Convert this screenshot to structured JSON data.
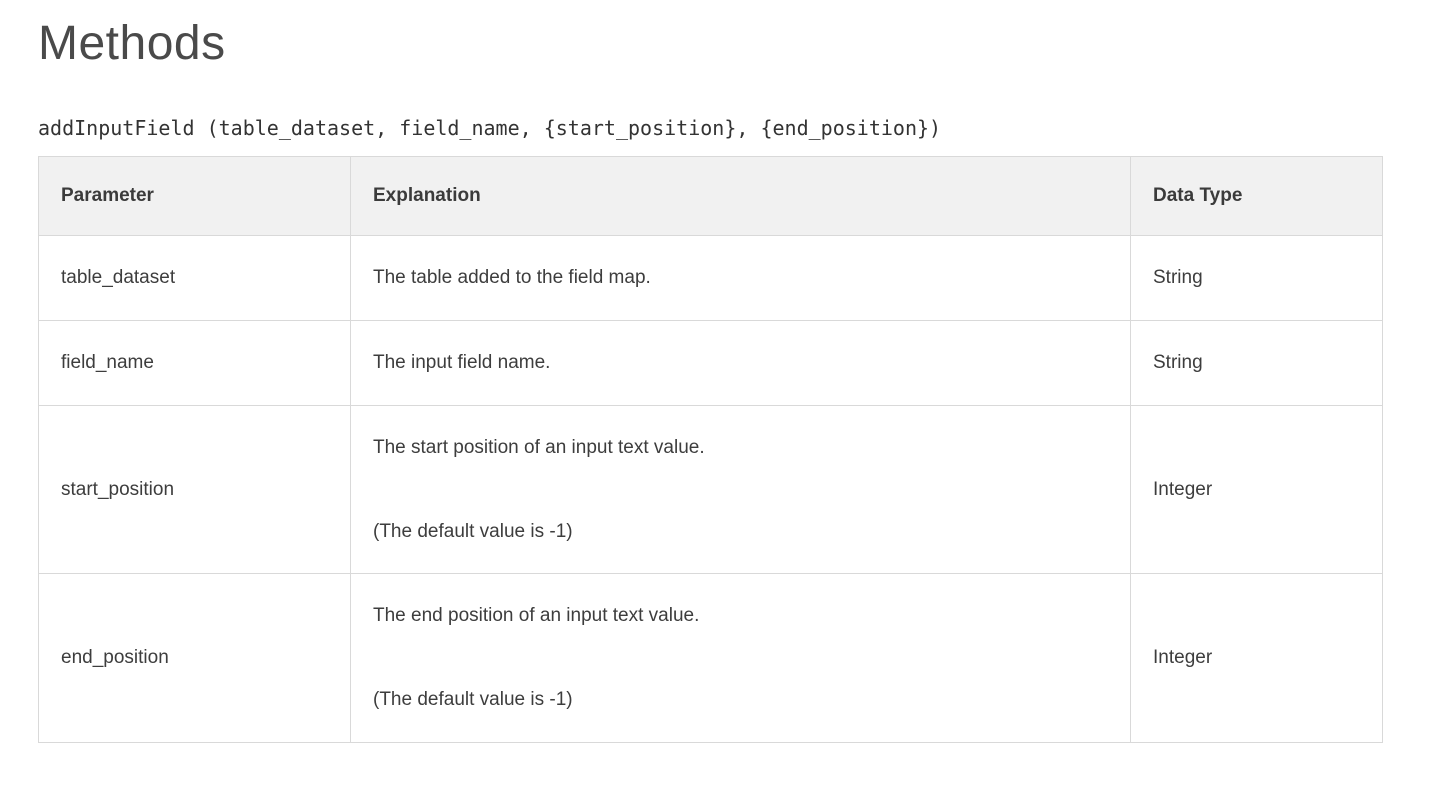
{
  "page": {
    "title": "Methods",
    "signature": "addInputField (table_dataset, field_name, {start_position}, {end_position})"
  },
  "table": {
    "headers": [
      "Parameter",
      "Explanation",
      "Data Type"
    ],
    "rows": [
      {
        "parameter": "table_dataset",
        "explanation": [
          "The table added to the field map."
        ],
        "data_type": "String"
      },
      {
        "parameter": "field_name",
        "explanation": [
          "The input field name."
        ],
        "data_type": "String"
      },
      {
        "parameter": "start_position",
        "explanation": [
          "The start position of an input text value.",
          "(The default value is -1)"
        ],
        "data_type": "Integer"
      },
      {
        "parameter": "end_position",
        "explanation": [
          "The end position of an input text value.",
          "(The default value is -1)"
        ],
        "data_type": "Integer"
      }
    ]
  },
  "colors": {
    "header_background": "#f1f1f1",
    "border": "#d9d9d9",
    "body_text": "#3d3d3d",
    "heading_text": "#4a4a4a"
  }
}
